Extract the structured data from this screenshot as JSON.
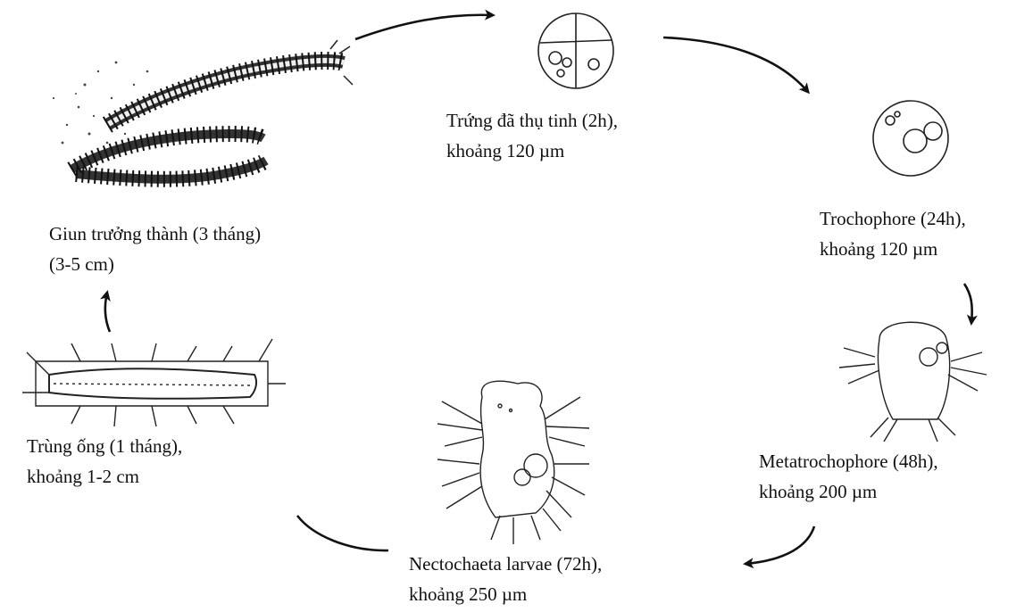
{
  "stages": {
    "egg": {
      "line1": "Trứng đã thụ tinh (2h),",
      "line2": "khoảng 120 µm"
    },
    "trochophore": {
      "line1": "Trochophore (24h),",
      "line2": "khoảng 120 µm"
    },
    "metatrochophore": {
      "line1": "Metatrochophore (48h),",
      "line2": "khoảng 200 µm"
    },
    "nectochaeta": {
      "line1": "Nectochaeta larvae (72h),",
      "line2": "khoảng 250 µm"
    },
    "juvenile": {
      "line1": "Trùng ống (1 tháng),",
      "line2": "khoảng 1-2 cm"
    },
    "adult": {
      "line1": "Giun trưởng thành (3 tháng)",
      "line2": "(3-5 cm)"
    }
  },
  "colors": {
    "ink": "#111111",
    "background": "#ffffff"
  }
}
